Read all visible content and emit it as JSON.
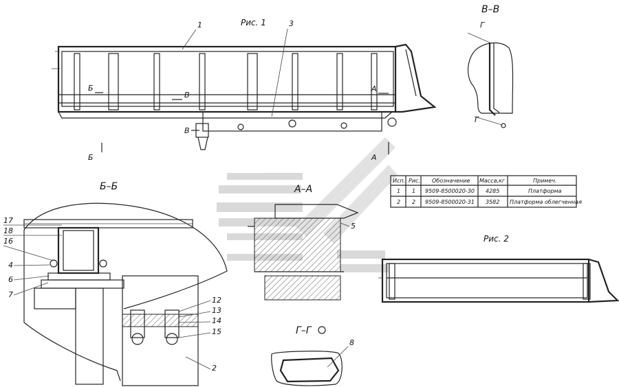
{
  "figures": {
    "fig1": "Рис. 1",
    "fig2": "Рис. 2"
  },
  "sections": {
    "vv": "В–В",
    "bb": "Б–Б",
    "aa": "А–А",
    "gg": "Г–Г"
  },
  "cut_marks": {
    "a": "А",
    "b": "Б",
    "v": "В",
    "g": "Г"
  },
  "callouts": [
    "1",
    "2",
    "3",
    "4",
    "5",
    "6",
    "7",
    "8",
    "12",
    "13",
    "14",
    "15",
    "16",
    "17",
    "18"
  ],
  "table": {
    "headers": [
      "Исп.",
      "Рис.",
      "Обозначение",
      "Масса,кг",
      "Примеч."
    ],
    "rows": [
      [
        "1",
        "1",
        "9509-8500020-30",
        "4285",
        "Платформа"
      ],
      [
        "2",
        "2",
        "9509-8500020-31",
        "3582",
        "Платформа облегченная"
      ]
    ]
  },
  "colors": {
    "line": "#222222",
    "watermark": "#bdbdbd"
  }
}
